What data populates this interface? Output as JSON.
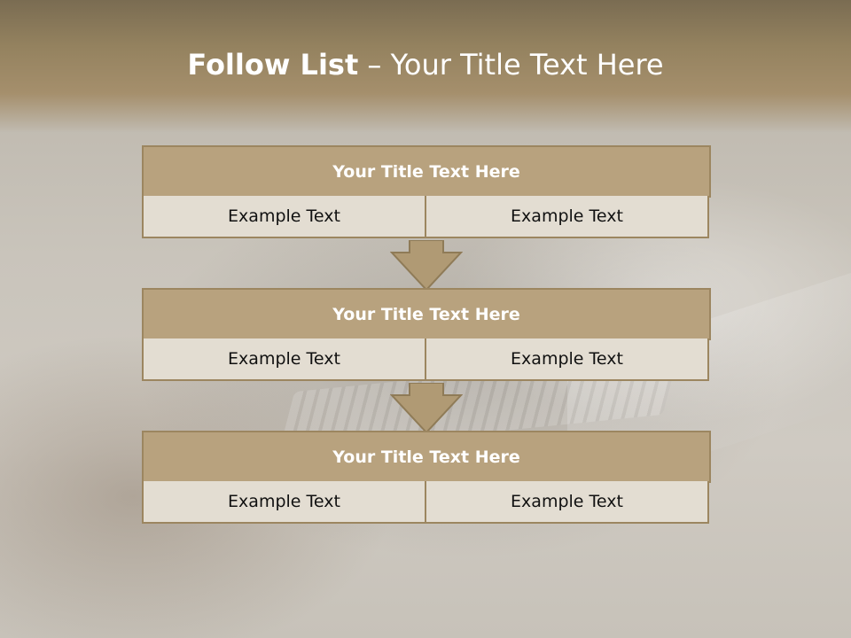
{
  "slide": {
    "title_bold": "Follow List",
    "title_rest": " – Your Title Text Here"
  },
  "blocks": [
    {
      "header": "Your Title Text Here",
      "left": "Example Text",
      "right": "Example Text"
    },
    {
      "header": "Your Title Text Here",
      "left": "Example Text",
      "right": "Example Text"
    },
    {
      "header": "Your Title Text Here",
      "left": "Example Text",
      "right": "Example Text"
    }
  ],
  "colors": {
    "header_fill": "#b8a27e",
    "border": "#9c8660",
    "cell_fill": "#e3ddd2",
    "title_band": "#94825f"
  }
}
